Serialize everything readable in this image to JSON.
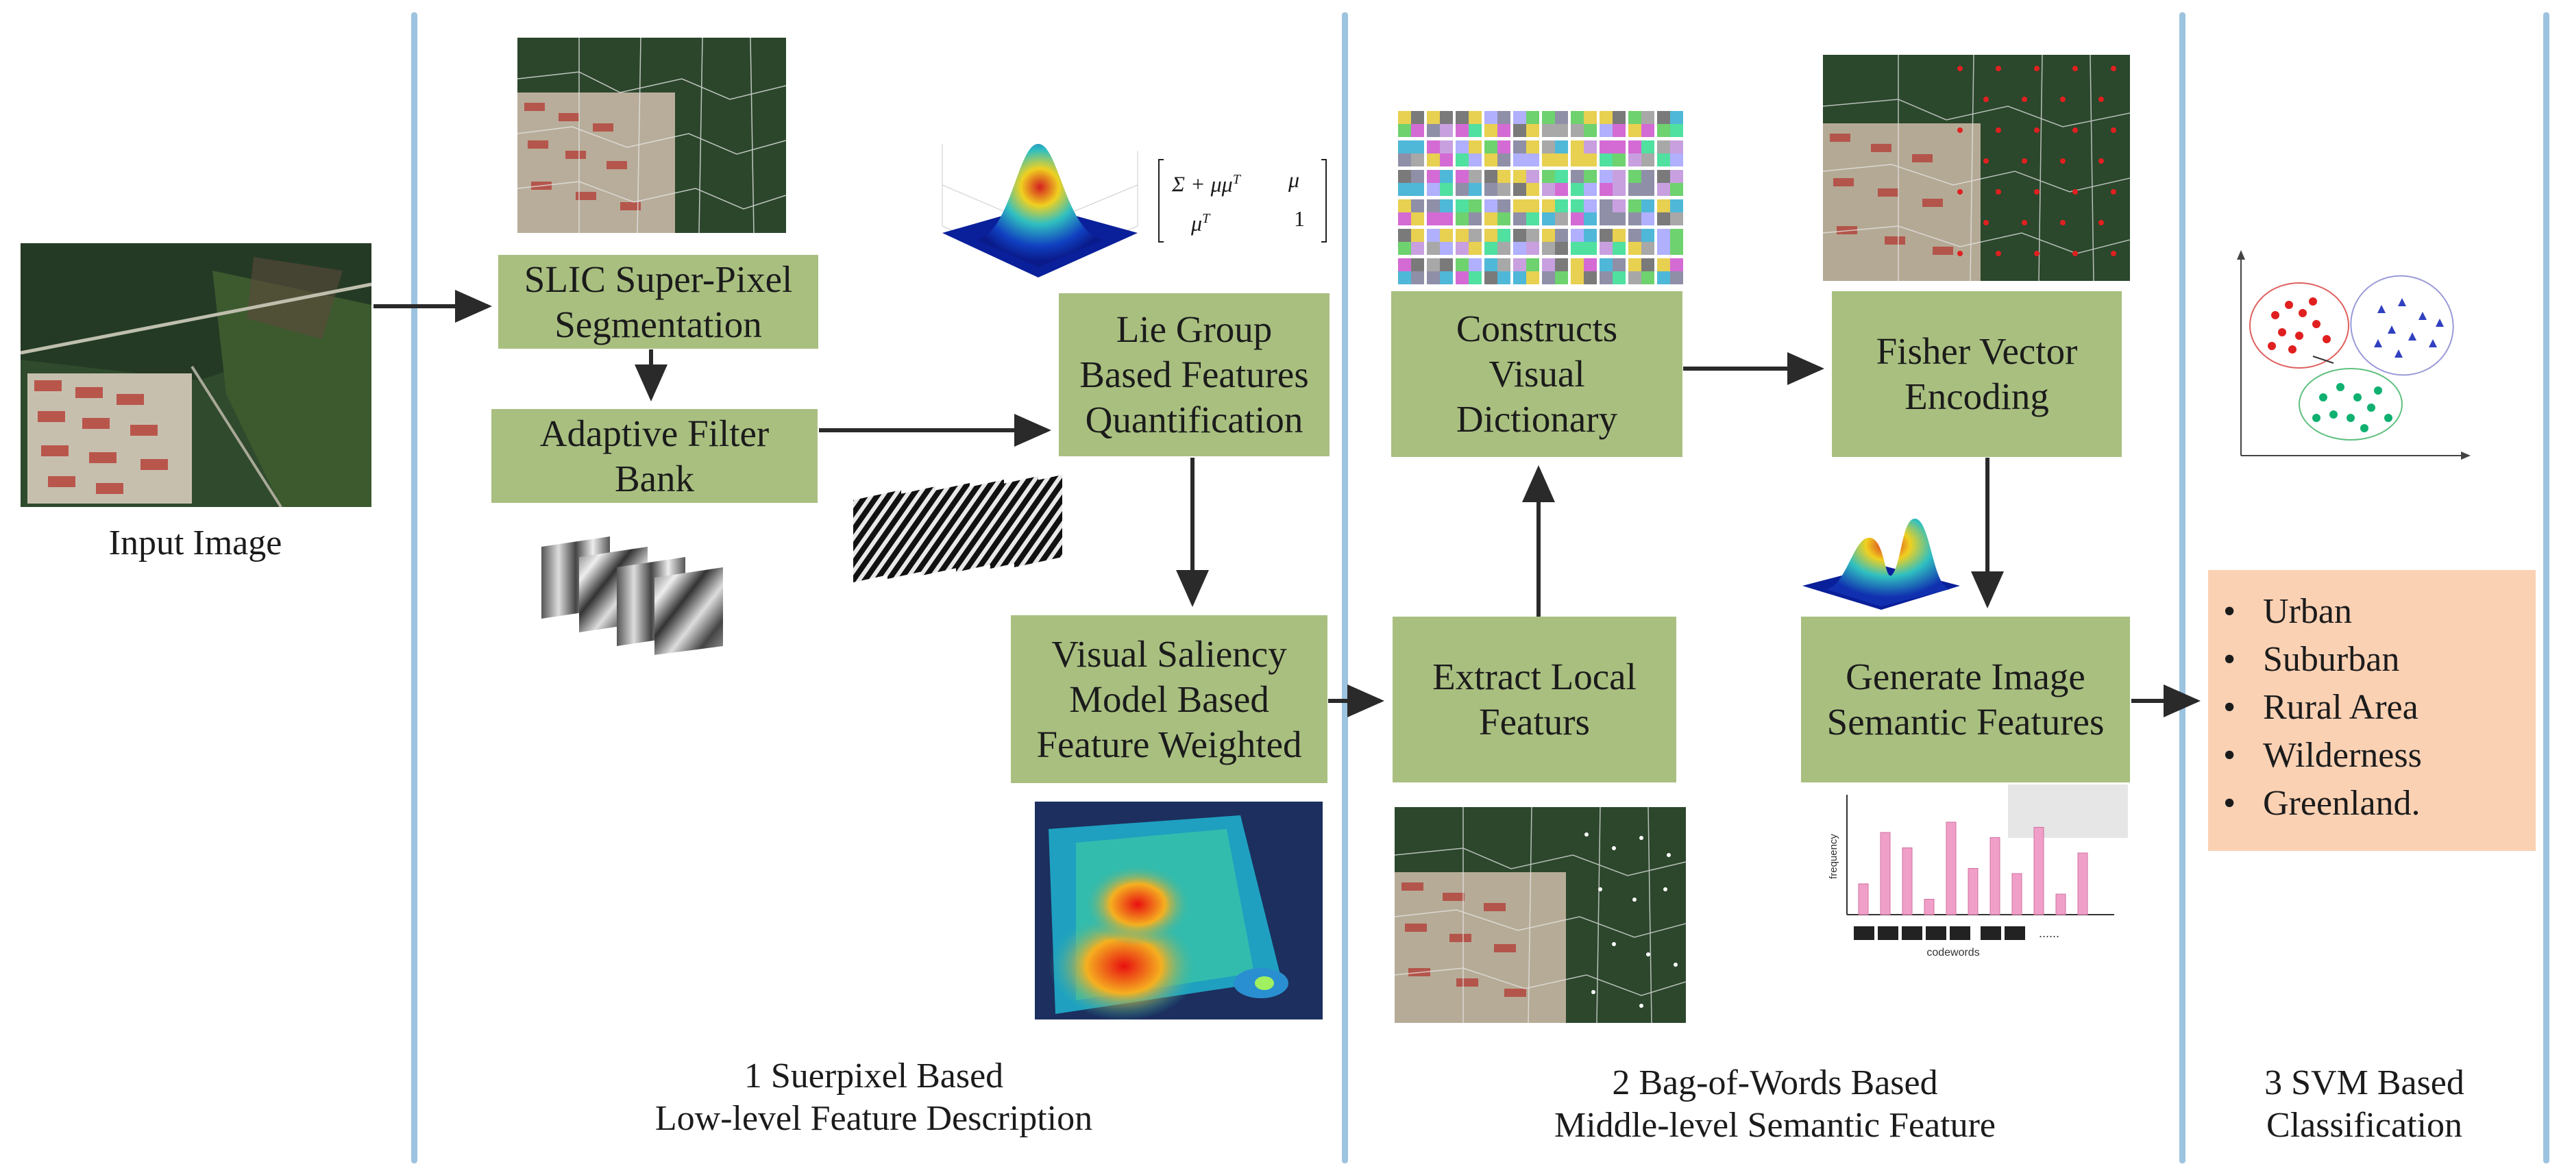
{
  "input": {
    "label": "Input Image"
  },
  "stages": [
    {
      "caption": "1 Suerpixel Based\nLow-level Feature Description"
    },
    {
      "caption": "2 Bag-of-Words Based\nMiddle-level Semantic Feature"
    },
    {
      "caption": "3 SVM Based\nClassification"
    }
  ],
  "boxes": {
    "slic": "SLIC Super-Pixel\nSegmentation",
    "filter": "Adaptive Filter\nBank",
    "lie": "Lie Group\nBased Features\nQuantification",
    "saliency": "Visual Saliency\nModel Based\nFeature Weighted",
    "dictionary": "Constructs\nVisual\nDictionary",
    "extract": "Extract Local\nFeaturs",
    "fisher": "Fisher Vector\nEncoding",
    "generate": "Generate Image\nSemantic Features"
  },
  "matrix": {
    "r1c1": "Σ + μμ",
    "r1c1_sup": "T",
    "r1c2": "μ",
    "r2c1": "μ",
    "r2c1_sup": "T",
    "r2c2": "1"
  },
  "histogram": {
    "ylabel": "frequency",
    "xlabel": "codewords",
    "ellipsis": "......",
    "values": [
      0.3,
      0.8,
      0.65,
      0.15,
      0.9,
      0.45,
      0.75,
      0.4,
      0.85,
      0.2,
      0.6
    ]
  },
  "classes": [
    "Urban",
    "Suburban",
    "Rural Area",
    "Wilderness",
    "Greenland."
  ],
  "colors": {
    "box": "#a9bf80",
    "divider": "#9cc3df",
    "classes_bg": "#fbd1b4",
    "arrow": "#2a2a2a"
  }
}
